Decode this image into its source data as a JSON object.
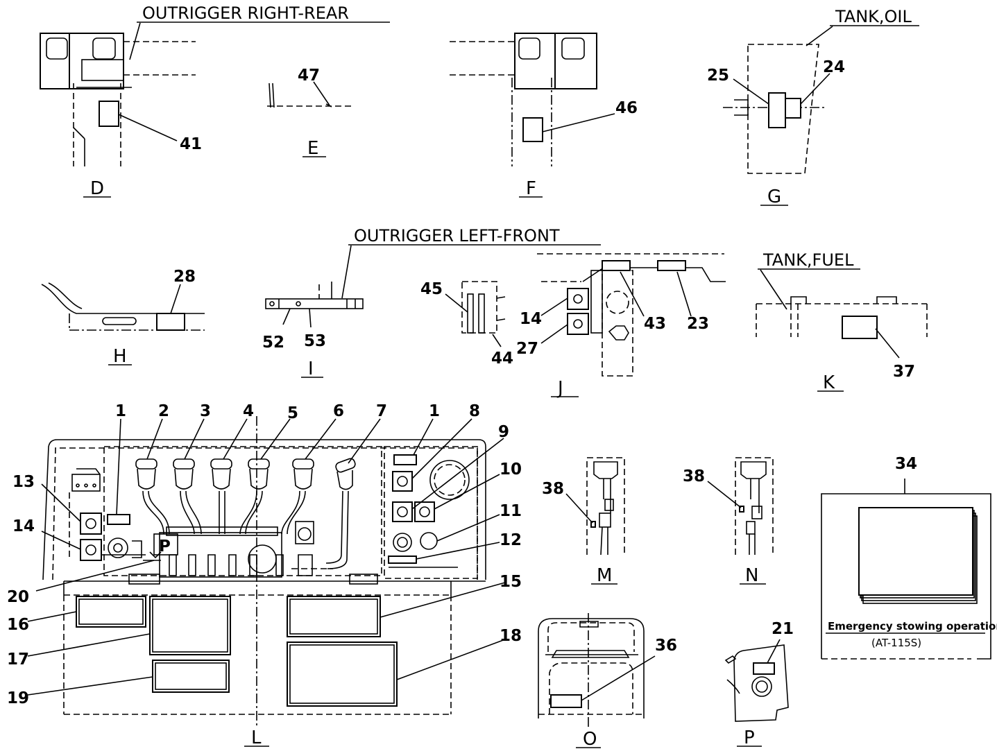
{
  "titles": {
    "outrigger_right_rear": "OUTRIGGER RIGHT-REAR",
    "outrigger_left_front": "OUTRIGGER LEFT-FRONT",
    "tank_oil": "TANK,OIL",
    "tank_fuel": "TANK,FUEL"
  },
  "views": {
    "D": "D",
    "E": "E",
    "F": "F",
    "G": "G",
    "H": "H",
    "I": "I",
    "J": "J",
    "K": "K",
    "L": "L",
    "M": "M",
    "N": "N",
    "O": "O",
    "P": "P"
  },
  "labels": {
    "n41": "41",
    "n47": "47",
    "n46": "46",
    "n25": "25",
    "n24": "24",
    "n28": "28",
    "n52": "52",
    "n53": "53",
    "n45": "45",
    "n44": "44",
    "n14a": "14",
    "n27": "27",
    "n43": "43",
    "n23": "23",
    "n37": "37",
    "n1a": "1",
    "n2": "2",
    "n3": "3",
    "n4": "4",
    "n5": "5",
    "n6": "6",
    "n7": "7",
    "n1b": "1",
    "n8": "8",
    "n9": "9",
    "n10": "10",
    "n11": "11",
    "n12": "12",
    "n13": "13",
    "n14b": "14",
    "n20": "20",
    "n15": "15",
    "n16": "16",
    "n17": "17",
    "n18": "18",
    "n19": "19",
    "n38a": "38",
    "n38b": "38",
    "n34": "34",
    "n36": "36",
    "n21": "21",
    "pmark": "P"
  },
  "book": {
    "title": "Emergency stowing operation",
    "model": "(AT-115S)"
  }
}
